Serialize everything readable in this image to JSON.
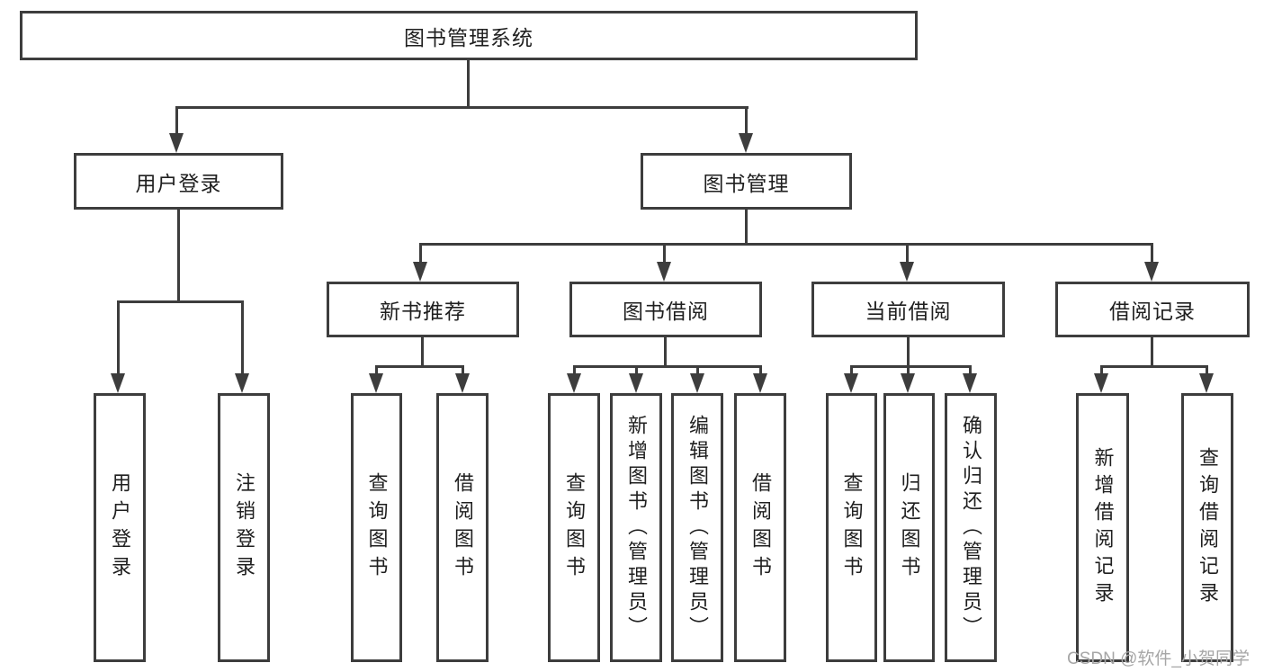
{
  "diagram": {
    "root": {
      "label": "图书管理系统"
    },
    "branches": [
      {
        "label": "用户登录",
        "children": [
          {
            "label": "用户登录"
          },
          {
            "label": "注销登录"
          }
        ]
      },
      {
        "label": "图书管理",
        "children": [
          {
            "label": "新书推荐",
            "children": [
              {
                "label": "查询图书"
              },
              {
                "label": "借阅图书"
              }
            ]
          },
          {
            "label": "图书借阅",
            "children": [
              {
                "label": "查询图书"
              },
              {
                "label": "新增图书（管理员）"
              },
              {
                "label": "编辑图书（管理员）"
              },
              {
                "label": "借阅图书"
              }
            ]
          },
          {
            "label": "当前借阅",
            "children": [
              {
                "label": "查询图书"
              },
              {
                "label": "归还图书"
              },
              {
                "label": "确认归还（管理员）"
              }
            ]
          },
          {
            "label": "借阅记录",
            "children": [
              {
                "label": "新增借阅记录"
              },
              {
                "label": "查询借阅记录"
              }
            ]
          }
        ]
      }
    ]
  },
  "watermark": {
    "text": "CSDN @软件_小贺同学"
  },
  "colors": {
    "line": "#3d3d3d",
    "text": "#1f1f1f",
    "watermark": "#a6a6a6",
    "background": "#ffffff"
  }
}
